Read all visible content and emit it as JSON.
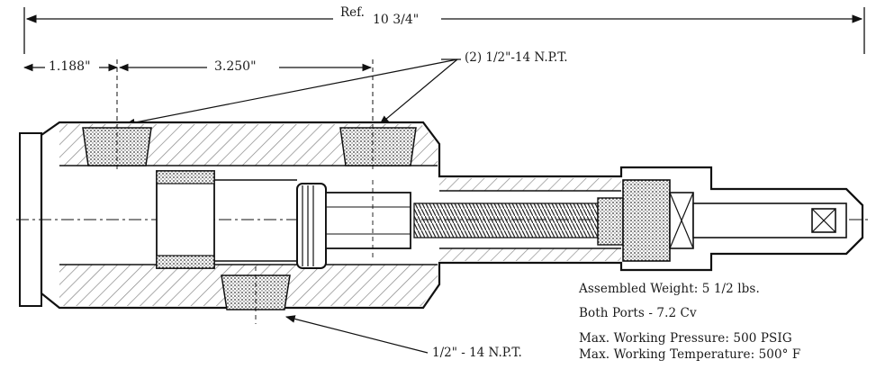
{
  "dimensions": {
    "overall_ref": "Ref.",
    "overall_length": "10 3/4\"",
    "first_offset": "1.188\"",
    "port_spacing": "3.250\""
  },
  "callouts": {
    "top_ports": "(2) 1/2\"-14 N.P.T.",
    "bottom_port": "1/2\" - 14 N.P.T."
  },
  "specs": [
    "Assembled Weight: 5 1/2 lbs.",
    "Both Ports - 7.2 Cv",
    "Max. Working Pressure: 500 PSIG",
    "Max. Working Temperature: 500° F"
  ]
}
